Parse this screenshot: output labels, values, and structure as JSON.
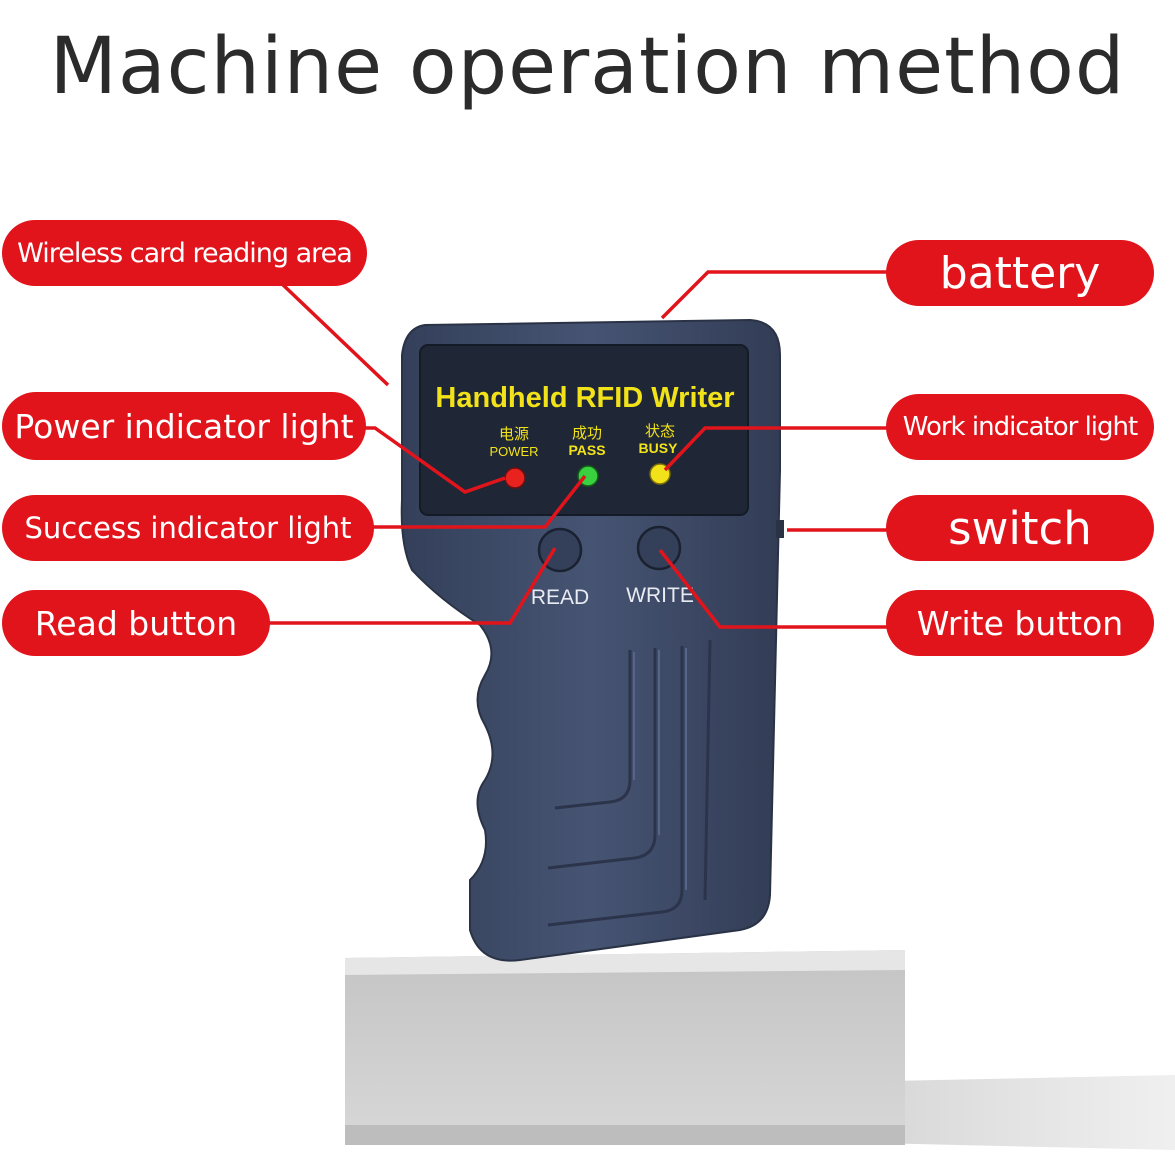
{
  "title": "Machine operation method",
  "device": {
    "label": "Handheld RFID Writer",
    "indicators": [
      {
        "cn": "电源",
        "en": "POWER",
        "color": "#e8221e"
      },
      {
        "cn": "成功",
        "en": "PASS",
        "color": "#39d13f"
      },
      {
        "cn": "状态",
        "en": "BUSY",
        "color": "#f2e21a"
      }
    ],
    "buttons": {
      "read": "READ",
      "write": "WRITE"
    }
  },
  "callouts": {
    "wireless_area": "Wireless card reading area",
    "power_light": "Power indicator light",
    "success_light": "Success indicator light",
    "read_button": "Read button",
    "battery": "battery",
    "work_light": "Work indicator light",
    "switch": "switch",
    "write_button": "Write button"
  },
  "colors": {
    "callout_red": "#e1141c",
    "device_body": "#3b4763",
    "device_panel": "#1f2635",
    "device_label": "#f2e21a",
    "pedestal": "#c9c9c9"
  }
}
